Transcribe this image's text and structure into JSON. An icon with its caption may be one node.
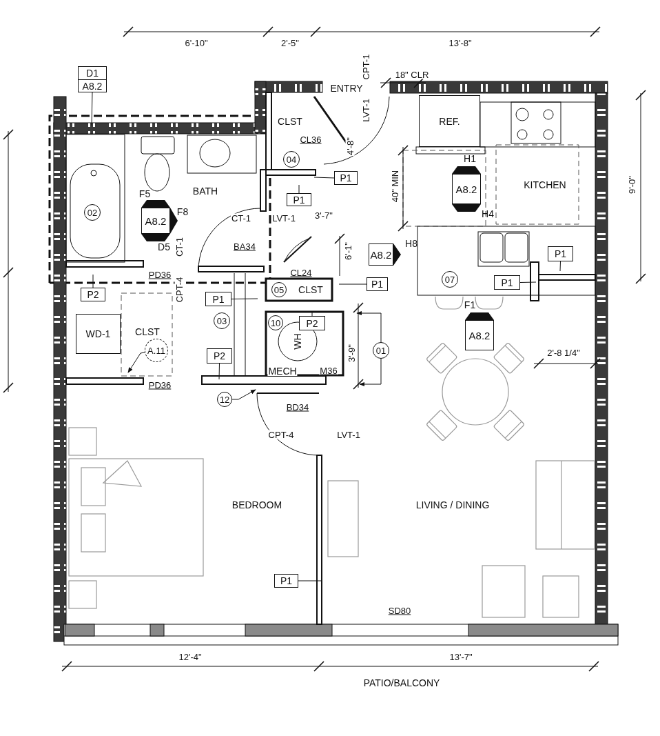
{
  "diagram": {
    "nodes": [
      {
        "text": [
          "D1",
          "A8.2"
        ]
      },
      {
        "text": [
          "REF."
        ]
      },
      {
        "text": [
          "04"
        ]
      },
      {
        "text": [
          "P1"
        ]
      },
      {
        "text": [
          "P1"
        ]
      },
      {
        "text": [
          "A8.2"
        ],
        "beside": [
          "H1",
          "H4"
        ]
      },
      {
        "text": [
          "02"
        ]
      },
      {
        "text": [
          "A8.2"
        ],
        "beside": [
          "F5",
          "F8",
          "D5"
        ]
      },
      {
        "text": [
          "A8.2"
        ],
        "beside": [
          "H8"
        ]
      },
      {
        "text": [
          "P1"
        ]
      },
      {
        "text": [
          "07"
        ]
      },
      {
        "text": [
          "P1"
        ]
      },
      {
        "text": [
          "P2"
        ]
      },
      {
        "text": [
          "05"
        ]
      },
      {
        "text": [
          "P1"
        ]
      },
      {
        "text": [
          "P1"
        ]
      },
      {
        "text": [
          "03"
        ]
      },
      {
        "text": [
          "10"
        ]
      },
      {
        "text": [
          "P2"
        ]
      },
      {
        "text": [
          "WD-1"
        ]
      },
      {
        "text": [
          "A.11"
        ]
      },
      {
        "text": [
          "P2"
        ]
      },
      {
        "text": [
          "01"
        ]
      },
      {
        "text": [
          "A8.2"
        ],
        "beside": [
          "F1"
        ]
      },
      {
        "text": [
          "12"
        ]
      },
      {
        "text": [
          "P1"
        ]
      }
    ],
    "edges": [
      {
        "from": 0,
        "to": null,
        "arrow": "none"
      },
      {
        "from": 3,
        "to": null,
        "arrow": "none"
      },
      {
        "from": 4,
        "to": null,
        "arrow": "none"
      },
      {
        "from": 9,
        "to": null,
        "arrow": "none"
      },
      {
        "from": 11,
        "to": null,
        "arrow": "none"
      },
      {
        "from": 12,
        "to": null,
        "arrow": "none"
      },
      {
        "from": 14,
        "to": null,
        "arrow": "none"
      },
      {
        "from": 15,
        "to": null,
        "arrow": "none"
      },
      {
        "from": 18,
        "to": null,
        "arrow": "none"
      },
      {
        "from": 20,
        "to": null,
        "arrow": "to"
      },
      {
        "from": 21,
        "to": null,
        "arrow": "none"
      },
      {
        "from": 22,
        "to": null,
        "arrow": "to"
      },
      {
        "from": 22,
        "to": null,
        "arrow": "to"
      },
      {
        "from": 24,
        "to": null,
        "arrow": "to"
      },
      {
        "from": 25,
        "to": null,
        "arrow": "none"
      }
    ],
    "labels": [
      "6'-10\"",
      "2'-5\"",
      "13'-8\"",
      "CPT-1",
      "18\" CLR",
      "ENTRY",
      "LVT-1",
      "CLST",
      "CL36",
      "4'-8\"",
      "KITCHEN",
      "40\" MIN",
      "9'-0\"",
      "BATH",
      "CT-1",
      "LVT-1",
      "3'-7\"",
      "CT-1",
      "BA34",
      "6'-1\"",
      "PD36",
      "CL24",
      "CPT-4",
      "CLST",
      "CLST",
      "WH",
      "3'-9\"",
      "2'-8 1/4\"",
      "MECH",
      "M36",
      "PD36",
      "BD34",
      "CPT-4",
      "LVT-1",
      "BEDROOM",
      "LIVING / DINING",
      "SD80",
      "12'-4\"",
      "13'-7\"",
      "PATIO/BALCONY"
    ]
  }
}
